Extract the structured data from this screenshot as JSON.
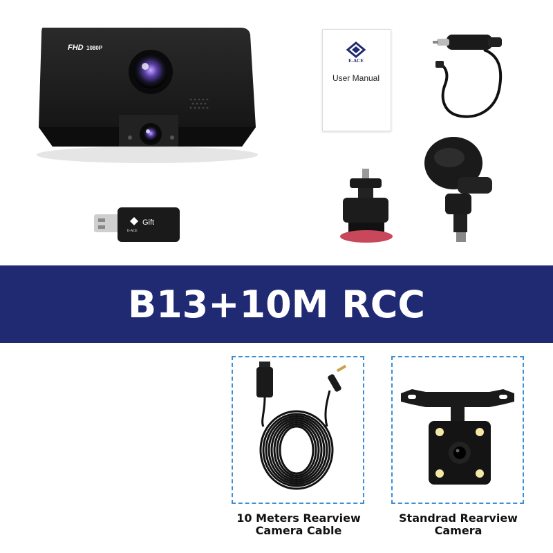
{
  "dashcam": {
    "fhd_label": "FHD",
    "resolution_label": "1080P"
  },
  "manual": {
    "brand": "E-ACE",
    "label": "User Manual"
  },
  "card_reader": {
    "label": "Gift",
    "brand": "E-ACE"
  },
  "banner": {
    "title": "B13+10M RCC",
    "background": "#1f2a73"
  },
  "cable_panel": {
    "caption_line1": "10 Meters Rearview",
    "caption_line2": "Camera Cable"
  },
  "camera_panel": {
    "caption_line1": "Standrad Rearview",
    "caption_line2": "Camera"
  },
  "colors": {
    "accent_border": "#3a8fd8",
    "device_black": "#1a1a1a"
  }
}
